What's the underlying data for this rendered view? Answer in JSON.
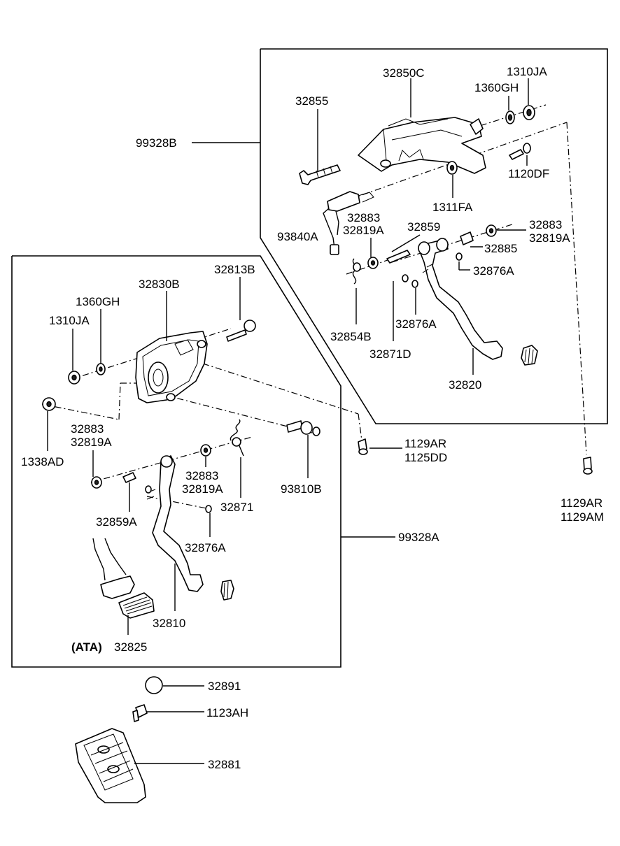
{
  "labels": {
    "p32850C": "32850C",
    "p1310JA_top": "1310JA",
    "p1360GH_top": "1360GH",
    "p32855": "32855",
    "p99328B": "99328B",
    "p1120DF": "1120DF",
    "p1311FA": "1311FA",
    "p93840A": "93840A",
    "p32883_top_l": "32883",
    "p32819A_top_l": "32819A",
    "p32859": "32859",
    "p32883_top_r": "32883",
    "p32819A_top_r": "32819A",
    "p32885": "32885",
    "p32876A_r1": "32876A",
    "p32854B": "32854B",
    "p32876A_r2": "32876A",
    "p32871D": "32871D",
    "p32820": "32820",
    "p32813B": "32813B",
    "p32830B": "32830B",
    "p1360GH_left": "1360GH",
    "p1310JA_left": "1310JA",
    "p1338AD": "1338AD",
    "p32883_mid_l": "32883",
    "p32819A_mid_l": "32819A",
    "p32883_mid_c": "32883",
    "p32819A_mid_c": "32819A",
    "p32871": "32871",
    "p32859A": "32859A",
    "p32876A_mid": "32876A",
    "p93810B": "93810B",
    "p1129AR_mid": "1129AR",
    "p1125DD": "1125DD",
    "p1129AR_right": "1129AR",
    "p1129AM": "1129AM",
    "p99328A": "99328A",
    "p32810": "32810",
    "ata_prefix": "(ATA)",
    "p32825": "32825",
    "p32891": "32891",
    "p1123AH": "1123AH",
    "p32881": "32881"
  }
}
